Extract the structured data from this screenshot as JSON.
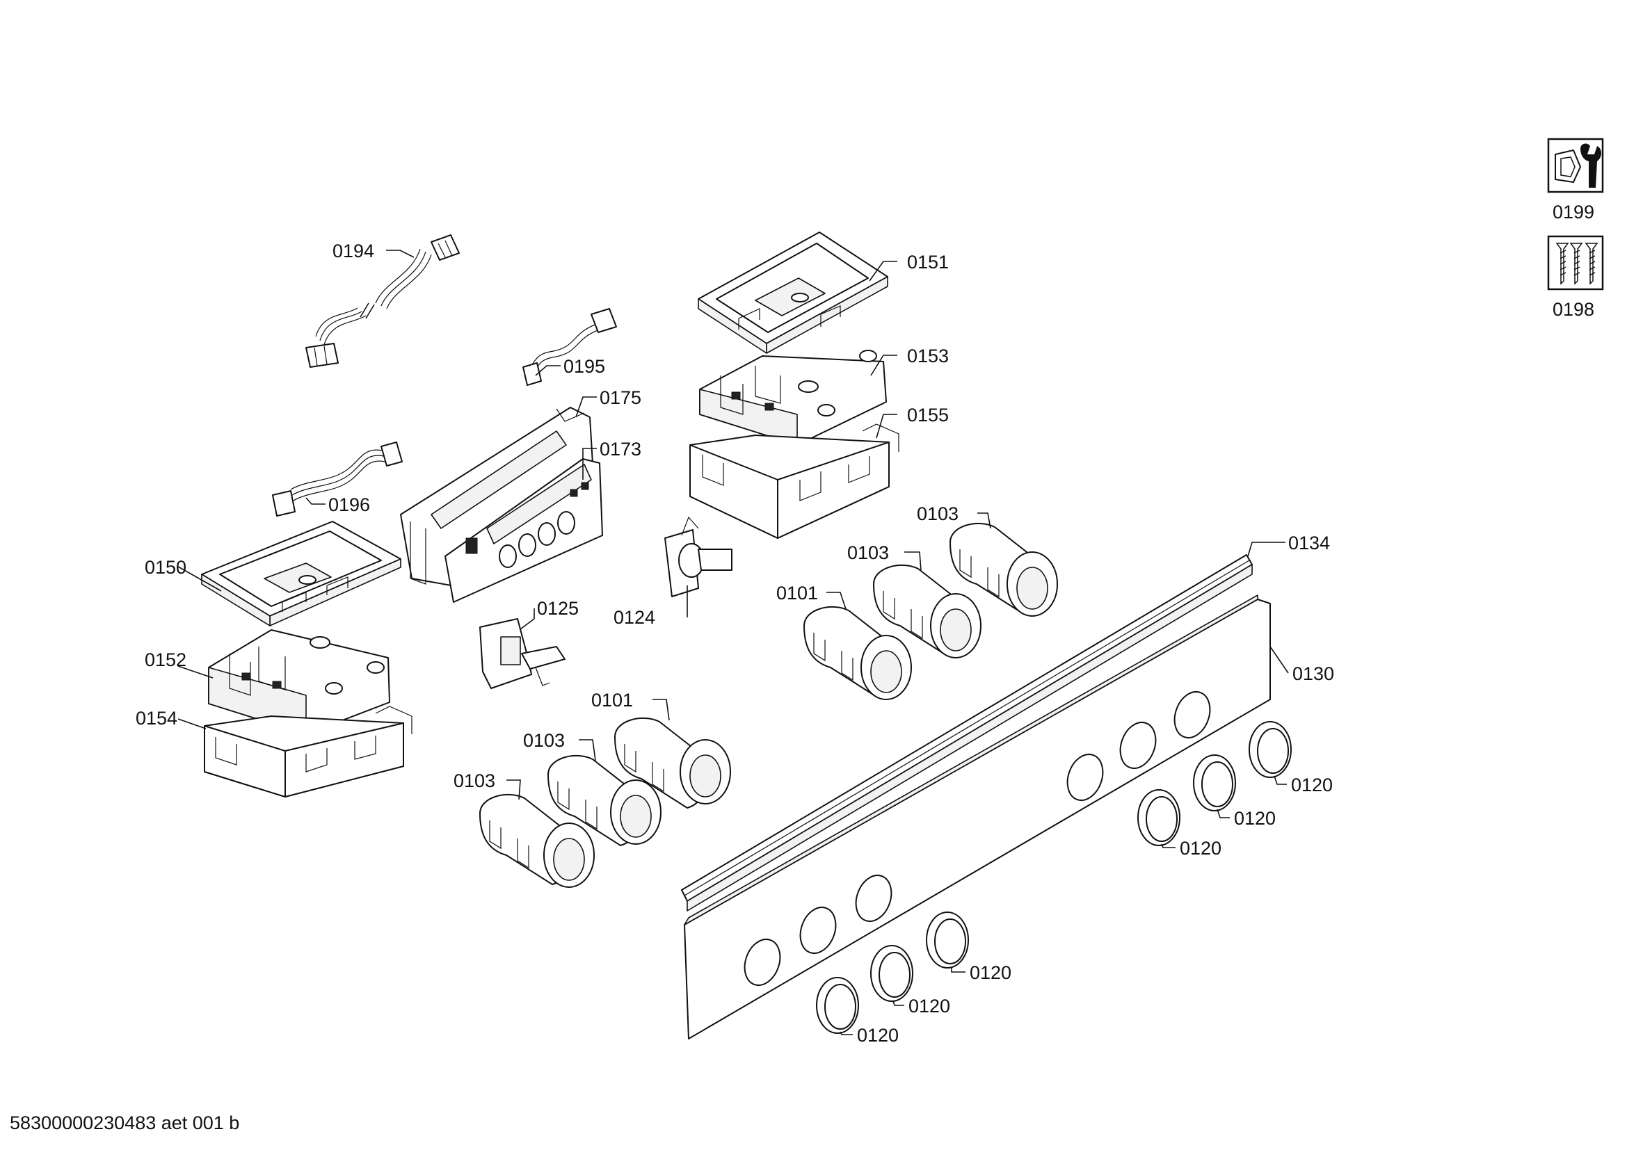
{
  "footer": {
    "doc_code": "58300000230483 aet 001 b"
  },
  "side_icons": [
    {
      "icon": "wrench-nut-icon",
      "label": "0199"
    },
    {
      "icon": "screws-icon",
      "label": "0198"
    }
  ],
  "labels": [
    "0194",
    "0195",
    "0175",
    "0173",
    "0196",
    "0150",
    "0152",
    "0154",
    "0125",
    "0124",
    "0151",
    "0153",
    "0155",
    "0103",
    "0103",
    "0101",
    "0134",
    "0130",
    "0101",
    "0103",
    "0103",
    "0120",
    "0120",
    "0120",
    "0120",
    "0120",
    "0120"
  ]
}
